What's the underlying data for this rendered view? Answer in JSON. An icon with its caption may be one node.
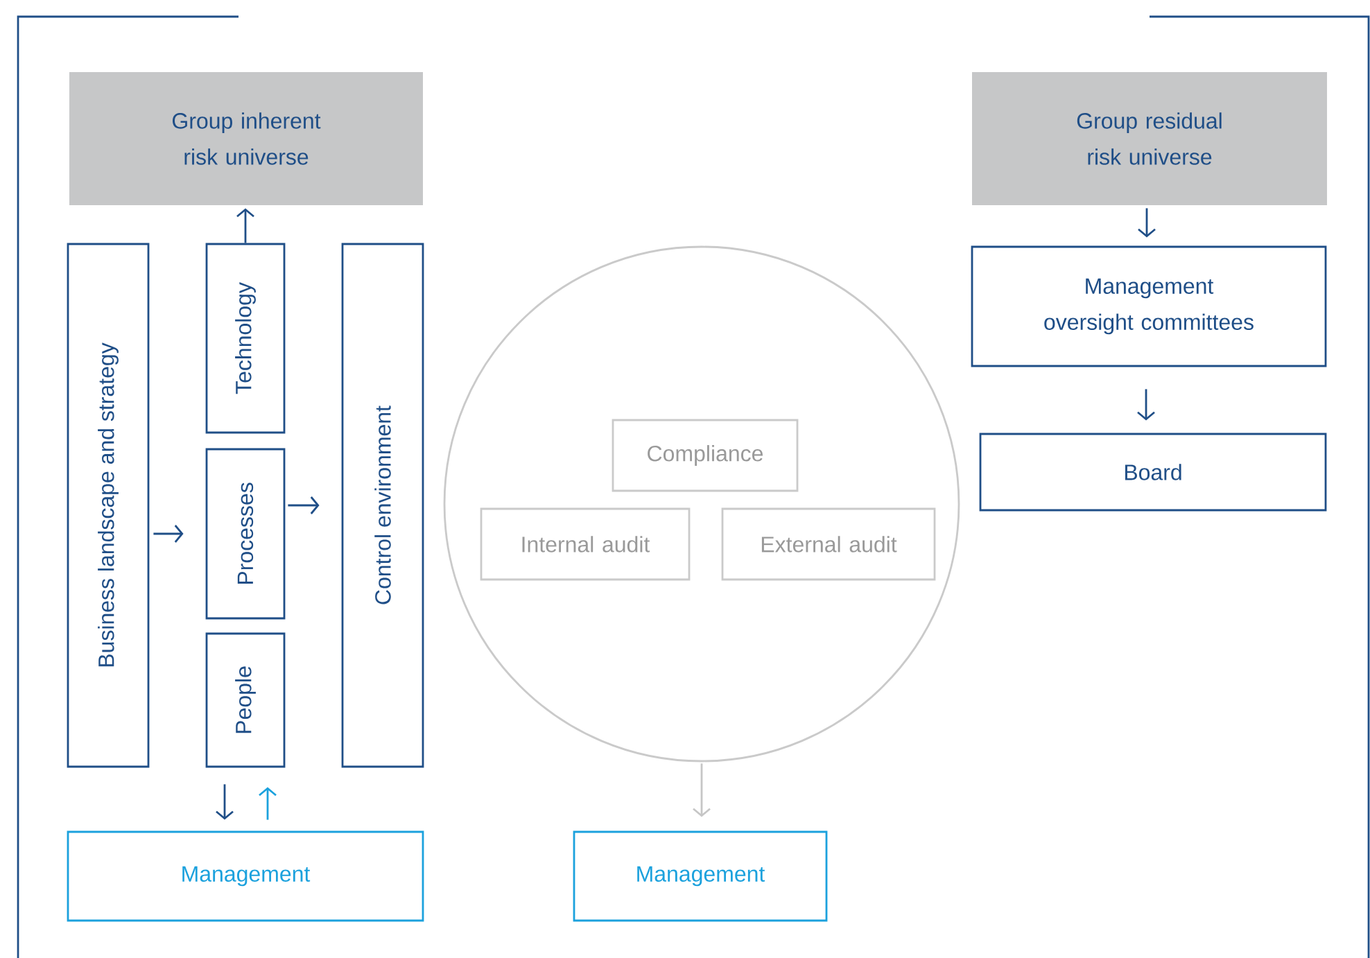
{
  "diagram": {
    "nodes": [
      {
        "text": [
          "Group inherent risk universe"
        ]
      },
      {
        "text": [
          "Business landscape and strategy"
        ]
      },
      {
        "text": [
          "Technology"
        ]
      },
      {
        "text": [
          "Processes"
        ]
      },
      {
        "text": [
          "People"
        ]
      },
      {
        "text": [
          "Control environment"
        ]
      },
      {
        "text": [
          "Management"
        ]
      },
      {
        "text": [],
        "shape": "circle"
      },
      {
        "text": [
          "Compliance"
        ],
        "in": 7
      },
      {
        "text": [
          "Internal audit"
        ],
        "in": 7
      },
      {
        "text": [
          "External audit"
        ],
        "in": 7
      },
      {
        "text": [
          "Management"
        ]
      },
      {
        "text": [
          "Group residual risk universe"
        ]
      },
      {
        "text": [
          "Management oversight committees"
        ]
      },
      {
        "text": [
          "Board"
        ]
      }
    ],
    "edges": [
      {
        "from": 2,
        "to": 0,
        "arrow": "to"
      },
      {
        "from": 1,
        "to": 3,
        "arrow": "to"
      },
      {
        "from": 3,
        "to": 5,
        "arrow": "to"
      },
      {
        "from": 4,
        "to": 6,
        "arrow": "to"
      },
      {
        "from": 6,
        "to": 4,
        "arrow": "to",
        "color": "#1ba1dd"
      },
      {
        "from": 7,
        "to": 11,
        "arrow": "to",
        "color": "#c6c6c6"
      },
      {
        "from": 12,
        "to": 13,
        "arrow": "to"
      },
      {
        "from": 13,
        "to": 14,
        "arrow": "to"
      }
    ]
  }
}
